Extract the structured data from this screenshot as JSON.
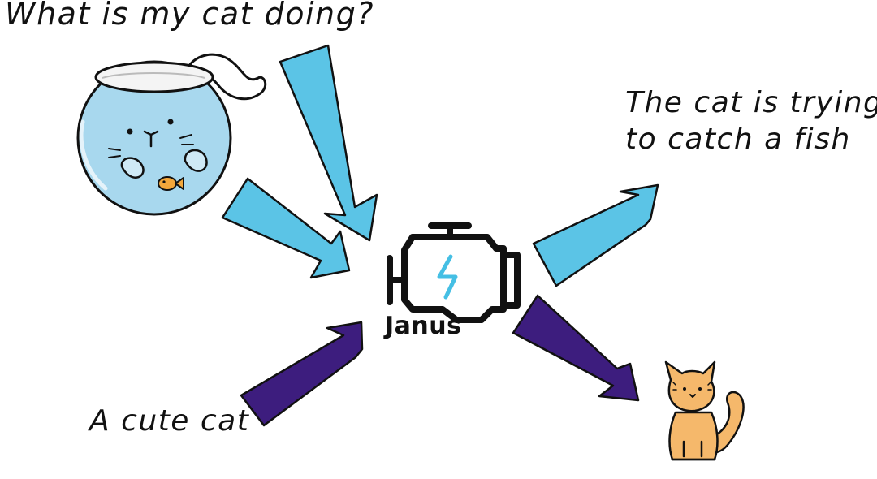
{
  "question": "What is my cat doing?",
  "answer_lines": [
    "The cat is trying",
    "to catch a fish"
  ],
  "prompt": "A cute cat",
  "engine_label": "Janus",
  "colors": {
    "understanding_arrow": "#5bc4e6",
    "generation_arrow": "#3d1d7e",
    "outline": "#111111",
    "bowl_water": "#a8d8ee",
    "cat_orange": "#f5b86b",
    "lightning": "#45bfe4"
  },
  "icons": [
    "fishbowl-cat-icon",
    "engine-icon",
    "orange-cat-icon"
  ]
}
